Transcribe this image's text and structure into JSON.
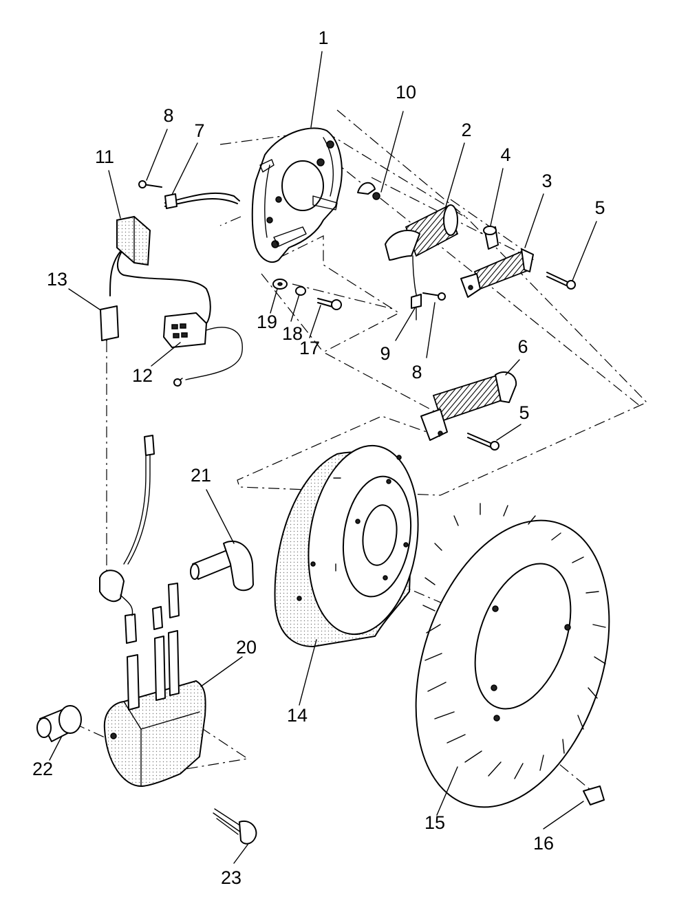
{
  "callouts": [
    {
      "id": "1",
      "label": "1"
    },
    {
      "id": "2",
      "label": "2"
    },
    {
      "id": "3",
      "label": "3"
    },
    {
      "id": "4",
      "label": "4"
    },
    {
      "id": "5a",
      "label": "5"
    },
    {
      "id": "5b",
      "label": "5"
    },
    {
      "id": "6",
      "label": "6"
    },
    {
      "id": "7",
      "label": "7"
    },
    {
      "id": "8a",
      "label": "8"
    },
    {
      "id": "8b",
      "label": "8"
    },
    {
      "id": "9",
      "label": "9"
    },
    {
      "id": "10",
      "label": "10"
    },
    {
      "id": "11",
      "label": "11"
    },
    {
      "id": "12",
      "label": "12"
    },
    {
      "id": "13",
      "label": "13"
    },
    {
      "id": "14",
      "label": "14"
    },
    {
      "id": "15",
      "label": "15"
    },
    {
      "id": "16",
      "label": "16"
    },
    {
      "id": "17",
      "label": "17"
    },
    {
      "id": "18",
      "label": "18"
    },
    {
      "id": "19",
      "label": "19"
    },
    {
      "id": "20",
      "label": "20"
    },
    {
      "id": "21",
      "label": "21"
    },
    {
      "id": "22",
      "label": "22"
    },
    {
      "id": "23",
      "label": "23"
    }
  ]
}
